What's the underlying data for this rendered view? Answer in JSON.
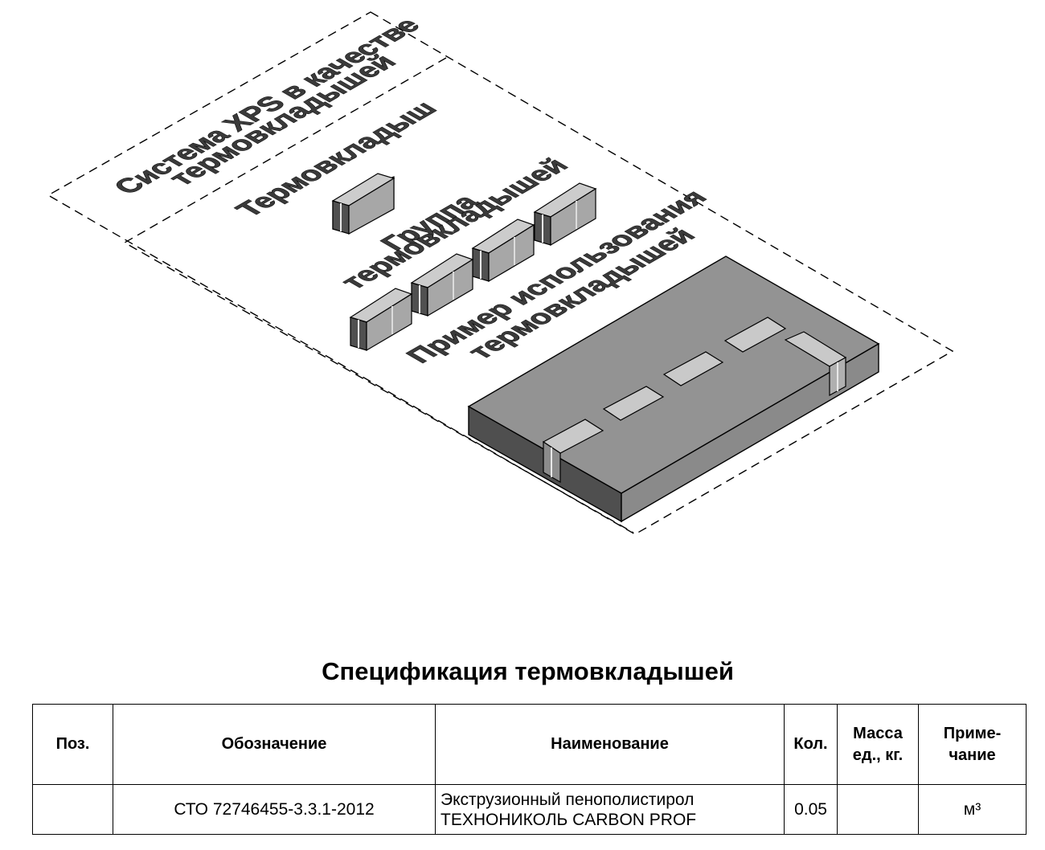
{
  "drawing": {
    "labels": {
      "system_line1": "Система XPS в качестве",
      "system_line2": "термовкладышей",
      "single": "Термовкладыш",
      "group_line1": "Группа",
      "group_line2": "термовкладышей",
      "example_line1": "Пример использования",
      "example_line2": "термовкладышей"
    }
  },
  "spec": {
    "title": "Спецификация термовкладышей",
    "headers": {
      "pos": "Поз.",
      "designation": "Обозначение",
      "name": "Наименование",
      "qty": "Кол.",
      "mass": "Масса\nед., кг.",
      "note": "Приме-\nчание"
    },
    "rows": [
      {
        "pos": "",
        "designation": "СТО 72746455-3.3.1-2012",
        "name_line1": "Экструзионный пенополистирол",
        "name_line2": "ТЕХНОНИКОЛЬ CARBON PROF",
        "qty": "0.05",
        "mass": "",
        "note": "м³"
      }
    ]
  }
}
